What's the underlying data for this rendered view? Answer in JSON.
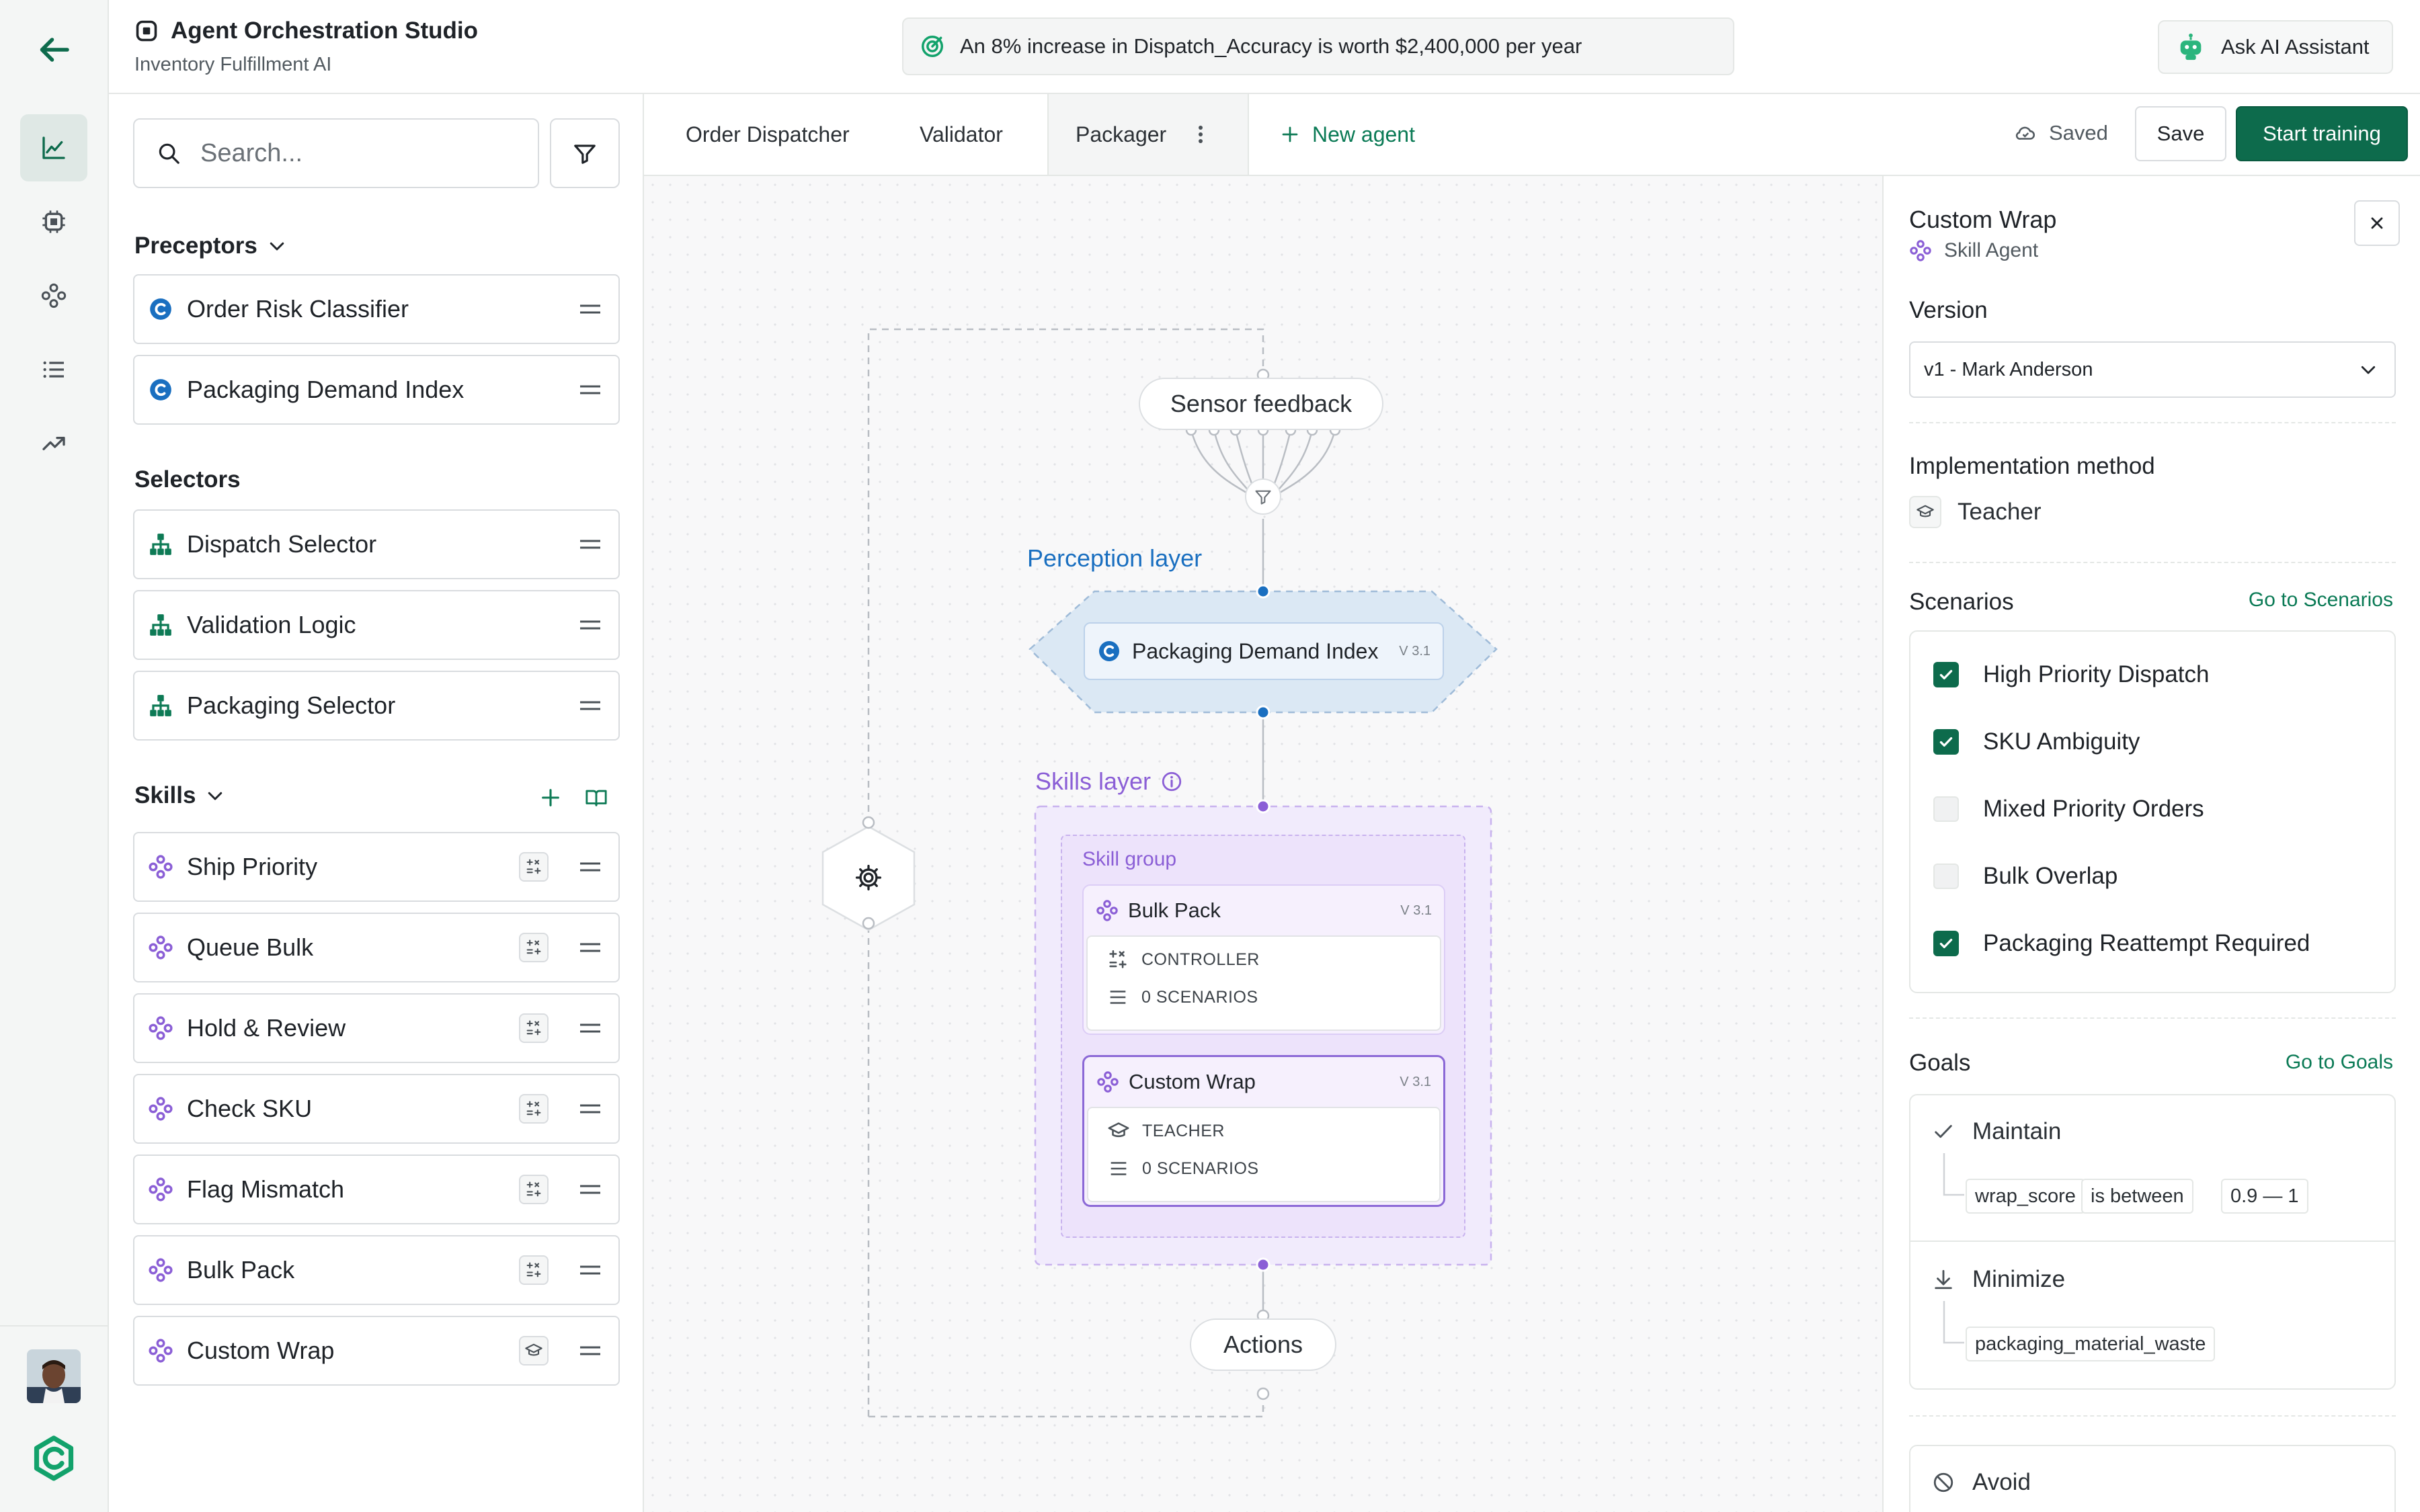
{
  "app": {
    "title": "Agent Orchestration Studio",
    "subtitle": "Inventory Fulfillment AI"
  },
  "banner": {
    "text": "An 8% increase in Dispatch_Accuracy is worth $2,400,000 per year"
  },
  "assistant": {
    "label": "Ask AI Assistant"
  },
  "search": {
    "placeholder": "Search..."
  },
  "preceptors": {
    "title": "Preceptors",
    "items": [
      "Order Risk Classifier",
      "Packaging Demand Index"
    ]
  },
  "selectors": {
    "title": "Selectors",
    "items": [
      "Dispatch Selector",
      "Validation Logic",
      "Packaging Selector"
    ]
  },
  "skills": {
    "title": "Skills",
    "items": [
      "Ship Priority",
      "Queue Bulk",
      "Hold & Review",
      "Check SKU",
      "Flag Mismatch",
      "Bulk Pack",
      "Custom Wrap"
    ]
  },
  "tabs": [
    "Order Dispatcher",
    "Validator",
    "Packager"
  ],
  "new_agent": "New agent",
  "status": {
    "saved": "Saved",
    "save": "Save",
    "start_training": "Start training"
  },
  "canvas": {
    "sensor": "Sensor feedback",
    "perception_layer": "Perception layer",
    "perception_node": {
      "name": "Packaging Demand Index",
      "version": "V 3.1"
    },
    "skills_layer": "Skills layer",
    "skill_group": "Skill group",
    "skill_cards": [
      {
        "name": "Bulk Pack",
        "version": "V 3.1",
        "method": "CONTROLLER",
        "scenarios": "0 SCENARIOS"
      },
      {
        "name": "Custom Wrap",
        "version": "V 3.1",
        "method": "TEACHER",
        "scenarios": "0 SCENARIOS"
      }
    ],
    "actions": "Actions"
  },
  "panel": {
    "title": "Custom Wrap",
    "type": "Skill Agent",
    "version_label": "Version",
    "version_value": "v1 - Mark Anderson",
    "impl_label": "Implementation method",
    "impl_value": "Teacher",
    "scenarios_label": "Scenarios",
    "scenarios_link": "Go to Scenarios",
    "scenarios": [
      {
        "label": "High Priority Dispatch",
        "checked": true
      },
      {
        "label": "SKU Ambiguity",
        "checked": true
      },
      {
        "label": "Mixed Priority Orders",
        "checked": false
      },
      {
        "label": "Bulk Overlap",
        "checked": false
      },
      {
        "label": "Packaging Reattempt Required",
        "checked": true
      }
    ],
    "goals_label": "Goals",
    "goals_link": "Go to Goals",
    "goals": {
      "maintain": {
        "label": "Maintain",
        "metric": "wrap_score",
        "op": "is between",
        "range": "0.9 — 1"
      },
      "minimize": {
        "label": "Minimize",
        "metric": "packaging_material_waste"
      },
      "avoid": {
        "label": "Avoid"
      }
    }
  },
  "colors": {
    "brand": "#0d6b4c",
    "perception": "#1a6fc0",
    "skills": "#8b5fd6"
  }
}
